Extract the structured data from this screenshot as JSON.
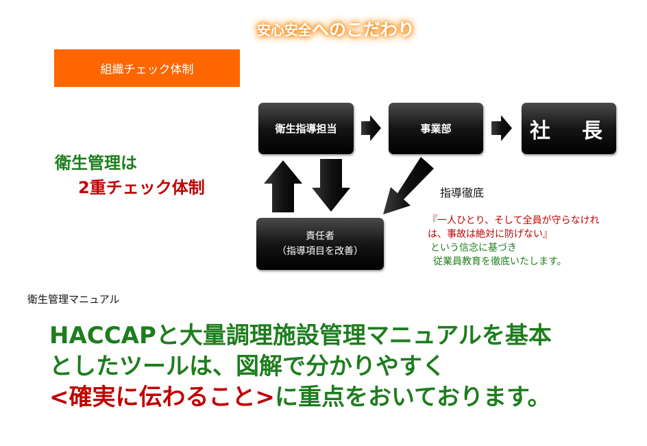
{
  "title": {
    "part1": "安心安全",
    "part2": "へのこだわり"
  },
  "header_box": "組織チェック体制",
  "left_heading": {
    "line1": "衛生管理は",
    "line2": "2重チェック体制"
  },
  "boxes": {
    "hygiene_lead": "衛生指導担当",
    "business_dept": "事業部",
    "president": "社　長",
    "manager_line1": "責任者",
    "manager_line2": "（指導項目を改善）"
  },
  "instruction_label": "指導徹底",
  "note": {
    "line1": "『一人ひとり、そして全員が守らなけれ",
    "line2": "は、事故は絶対に防げない』",
    "line3": "という信念に基づき",
    "line4": "従業員教育を徹底いたします。"
  },
  "manual_label": "衛生管理マニュアル",
  "statement": {
    "line1": "HACCAPと大量調理施設管理マニュアルを基本",
    "line2": "としたツールは、図解で分かりやすく",
    "line3_red": "<確実に伝わること>",
    "line3_green": "に重点をおいております。"
  },
  "colors": {
    "accent_orange": "#ff6600",
    "green_text": "#1e7d1e",
    "red_text": "#c00000",
    "box_dark": "#000000"
  }
}
